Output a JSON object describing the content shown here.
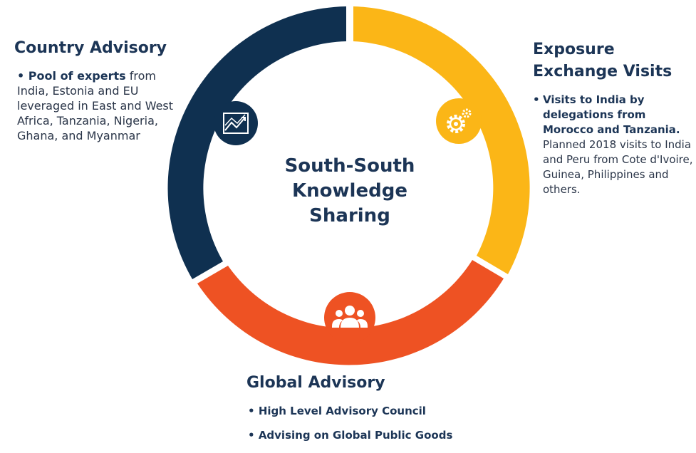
{
  "center": {
    "title_line1": "South-South",
    "title_line2": "Knowledge",
    "title_line3": "Sharing"
  },
  "country_advisory": {
    "heading": "Country Advisory",
    "bold_lead": "Pool of experts",
    "text_rest": " from India, Estonia and EU leveraged in East and West Africa, Tanzania, Nigeria, Ghana, and Myanmar"
  },
  "exposure": {
    "heading_line1": "Exposure",
    "heading_line2": "Exchange Visits",
    "bold_lead": "Visits to India  by delegations from Morocco and Tanzania.",
    "text_rest": "Planned 2018 visits to India and Peru from Cote d'Ivoire, Guinea, Philippines and others."
  },
  "global_advisory": {
    "heading": "Global Advisory",
    "items": [
      "High Level Advisory Council",
      "Advising on Global Public Goods"
    ]
  },
  "colors": {
    "navy": "#0f3050",
    "yellow": "#fbb617",
    "orange": "#ee5223",
    "heading": "#1c3556"
  },
  "icons": {
    "country": "trend-chart-icon",
    "exposure": "gears-icon",
    "global": "people-group-icon"
  }
}
